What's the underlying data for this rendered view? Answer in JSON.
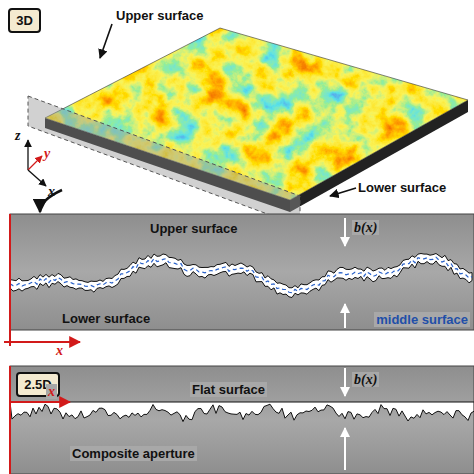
{
  "diagram": {
    "nodes": [
      {
        "text": [
          "3D"
        ]
      },
      {
        "text": [
          "2.5D"
        ]
      }
    ],
    "labels": [
      "Upper surface",
      "Lower surface",
      "z",
      "y",
      "x",
      "Upper surface",
      "Lower surface",
      "b(x)",
      "middle surface",
      "x",
      "Flat surface",
      "b(x)",
      "Composite aperture",
      "x"
    ]
  }
}
